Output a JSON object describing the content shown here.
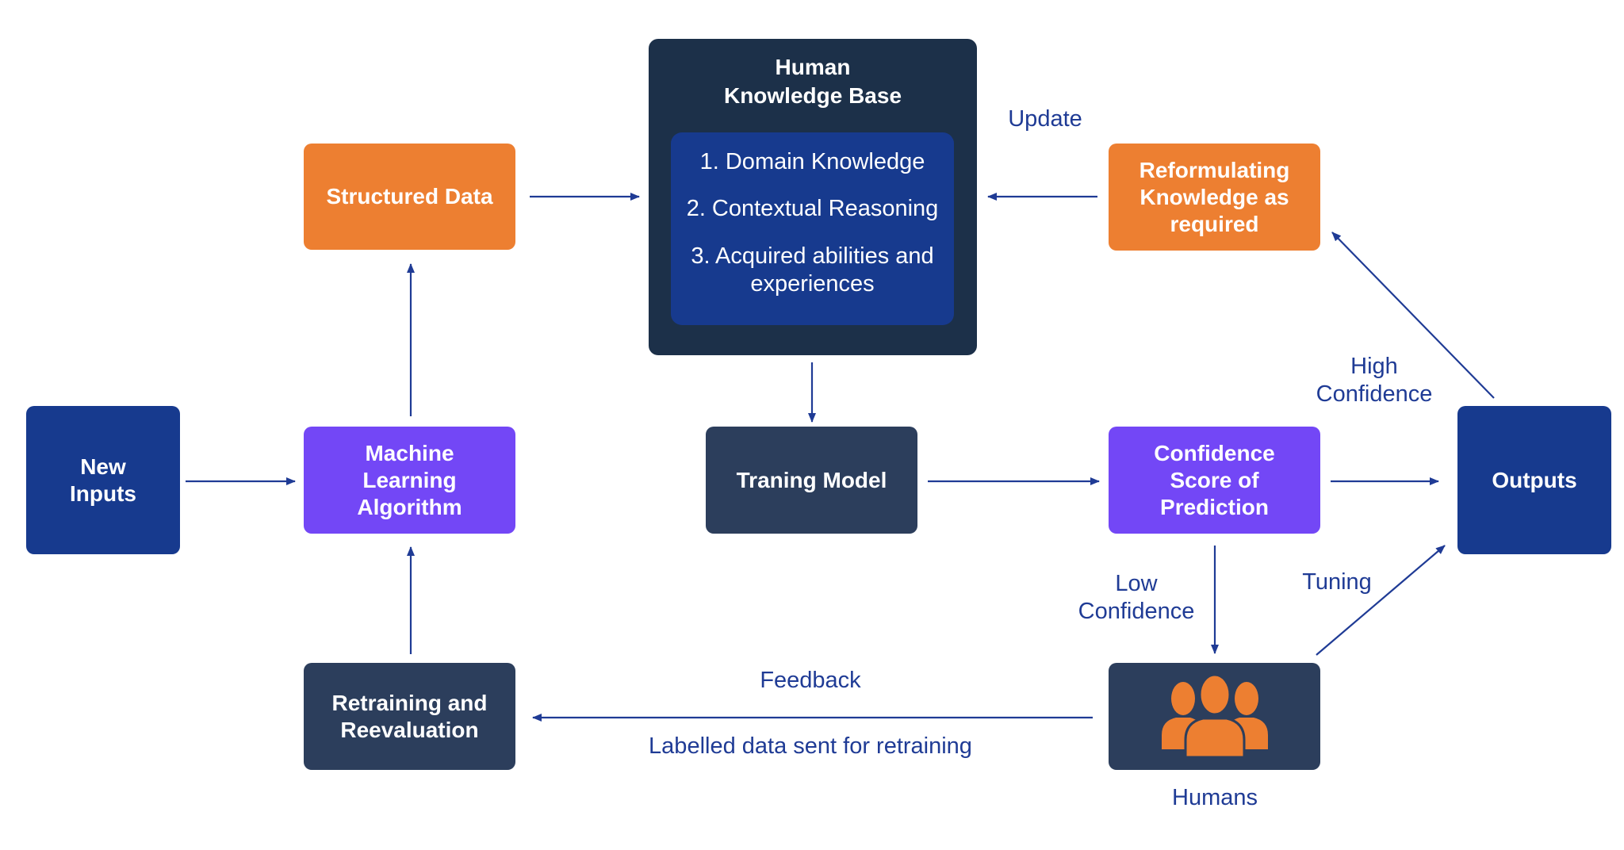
{
  "nodes": {
    "new_inputs": "New\nInputs",
    "ml_algorithm": "Machine\nLearning\nAlgorithm",
    "structured_data": "Structured Data",
    "training_model": "Traning Model",
    "confidence_score": "Confidence\nScore of\nPrediction",
    "outputs": "Outputs",
    "reformulating": "Reformulating\nKnowledge as\nrequired",
    "retraining": "Retraining and\nReevaluation",
    "humans_label": "Humans"
  },
  "knowledge_base": {
    "title": "Human\nKnowledge Base",
    "items": [
      "1. Domain Knowledge",
      "2. Contextual Reasoning",
      "3. Acquired abilities and\nexperiences"
    ]
  },
  "edge_labels": {
    "update": "Update",
    "high_confidence": "High\nConfidence",
    "low_confidence": "Low\nConfidence",
    "tuning": "Tuning",
    "feedback": "Feedback",
    "labelled_data": "Labelled data sent for retraining"
  },
  "colors": {
    "navy": "#173a8e",
    "slate": "#2c3e5c",
    "orange": "#ed7f31",
    "purple": "#7347f6",
    "dark": "#1c3049",
    "arrow": "#1f3b95"
  }
}
